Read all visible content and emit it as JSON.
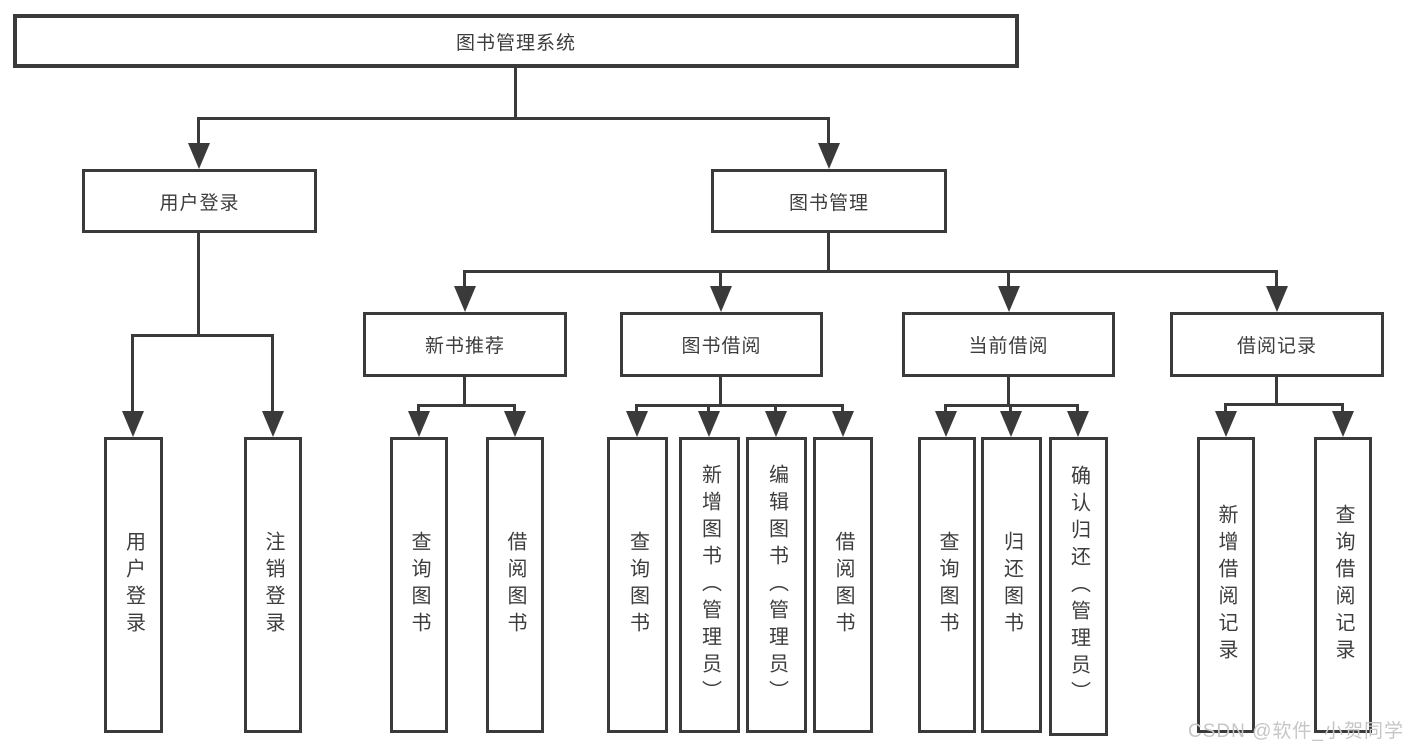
{
  "colors": {
    "line": "#3a3a3a",
    "text": "#3d3d3d",
    "background": "#ffffff",
    "watermark": "#c6c6c6"
  },
  "nodes": {
    "root": "图书管理系统",
    "user_login_branch": "用户登录",
    "book_management_branch": "图书管理",
    "new_book_recommend": "新书推荐",
    "book_borrow": "图书借阅",
    "current_borrow": "当前借阅",
    "borrow_records": "借阅记录",
    "leaf_user_login": "用户登录",
    "leaf_logout": "注销登录",
    "leaf_query_book_recommend": "查询图书",
    "leaf_borrow_book_recommend": "借阅图书",
    "leaf_query_book_borrow": "查询图书",
    "leaf_add_book_admin": "新增图书（管理员）",
    "leaf_edit_book_admin": "编辑图书（管理员）",
    "leaf_borrow_book_borrow": "借阅图书",
    "leaf_query_book_current": "查询图书",
    "leaf_return_book": "归还图书",
    "leaf_confirm_return_admin": "确认归还（管理员）",
    "leaf_add_borrow_record": "新增借阅记录",
    "leaf_query_borrow_record": "查询借阅记录"
  },
  "watermark": "CSDN @软件_小贺同学"
}
